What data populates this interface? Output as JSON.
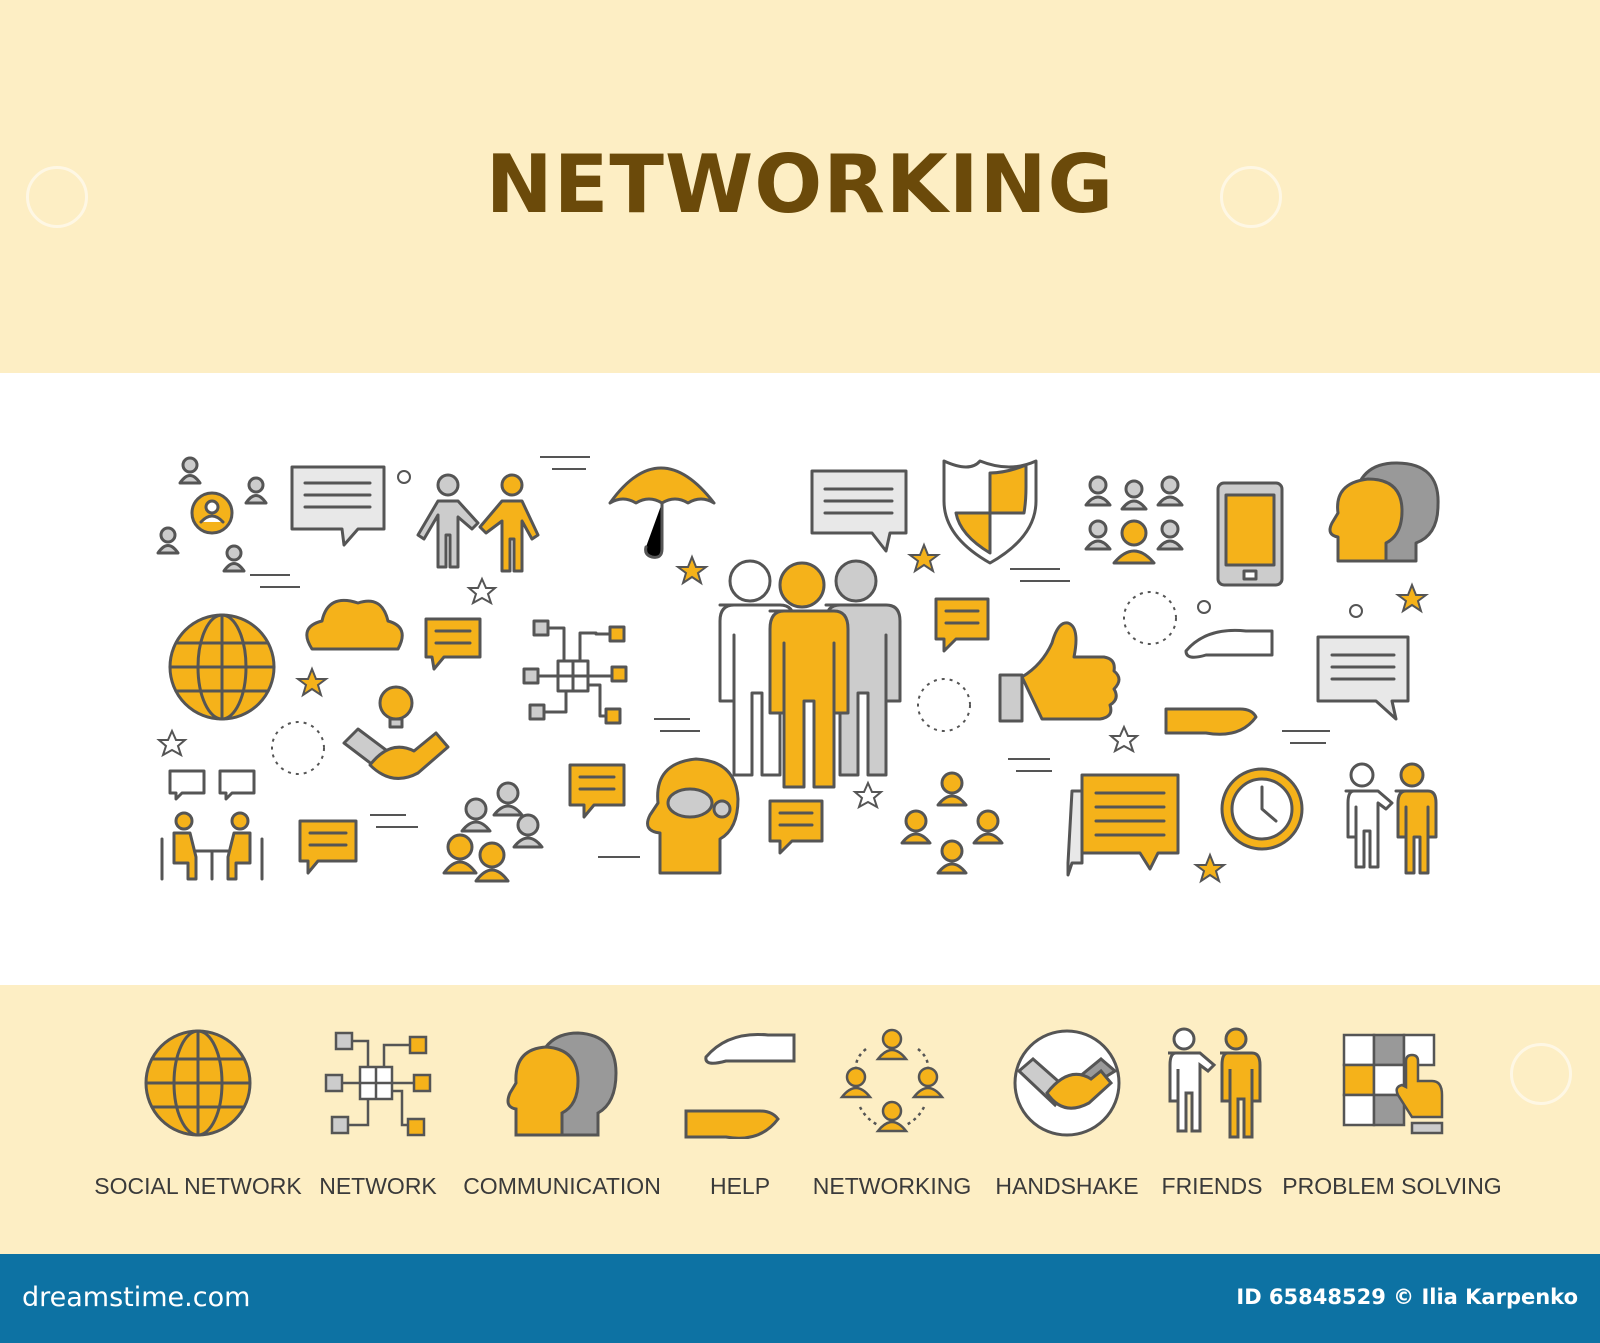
{
  "title": "NETWORKING",
  "features": [
    {
      "label": "SOCIAL NETWORK",
      "icon": "globe-icon"
    },
    {
      "label": "NETWORK",
      "icon": "network-diagram-icon"
    },
    {
      "label": "COMMUNICATION",
      "icon": "head-profile-icon"
    },
    {
      "label": "HELP",
      "icon": "helping-hands-icon"
    },
    {
      "label": "NETWORKING",
      "icon": "people-circle-icon"
    },
    {
      "label": "HANDSHAKE",
      "icon": "handshake-icon"
    },
    {
      "label": "FRIENDS",
      "icon": "friends-icon"
    },
    {
      "label": "PROBLEM SOLVING",
      "icon": "puzzle-icon"
    }
  ],
  "footer": {
    "site": "dreamstime.com",
    "credit": "ID 65848529 © Ilia Karpenko"
  },
  "colors": {
    "accent": "#f5b21a",
    "band": "#fdeec4",
    "title": "#6b4a0a",
    "gray": "#bdbdbd",
    "stroke": "#555555",
    "footer": "#0d72a3"
  }
}
